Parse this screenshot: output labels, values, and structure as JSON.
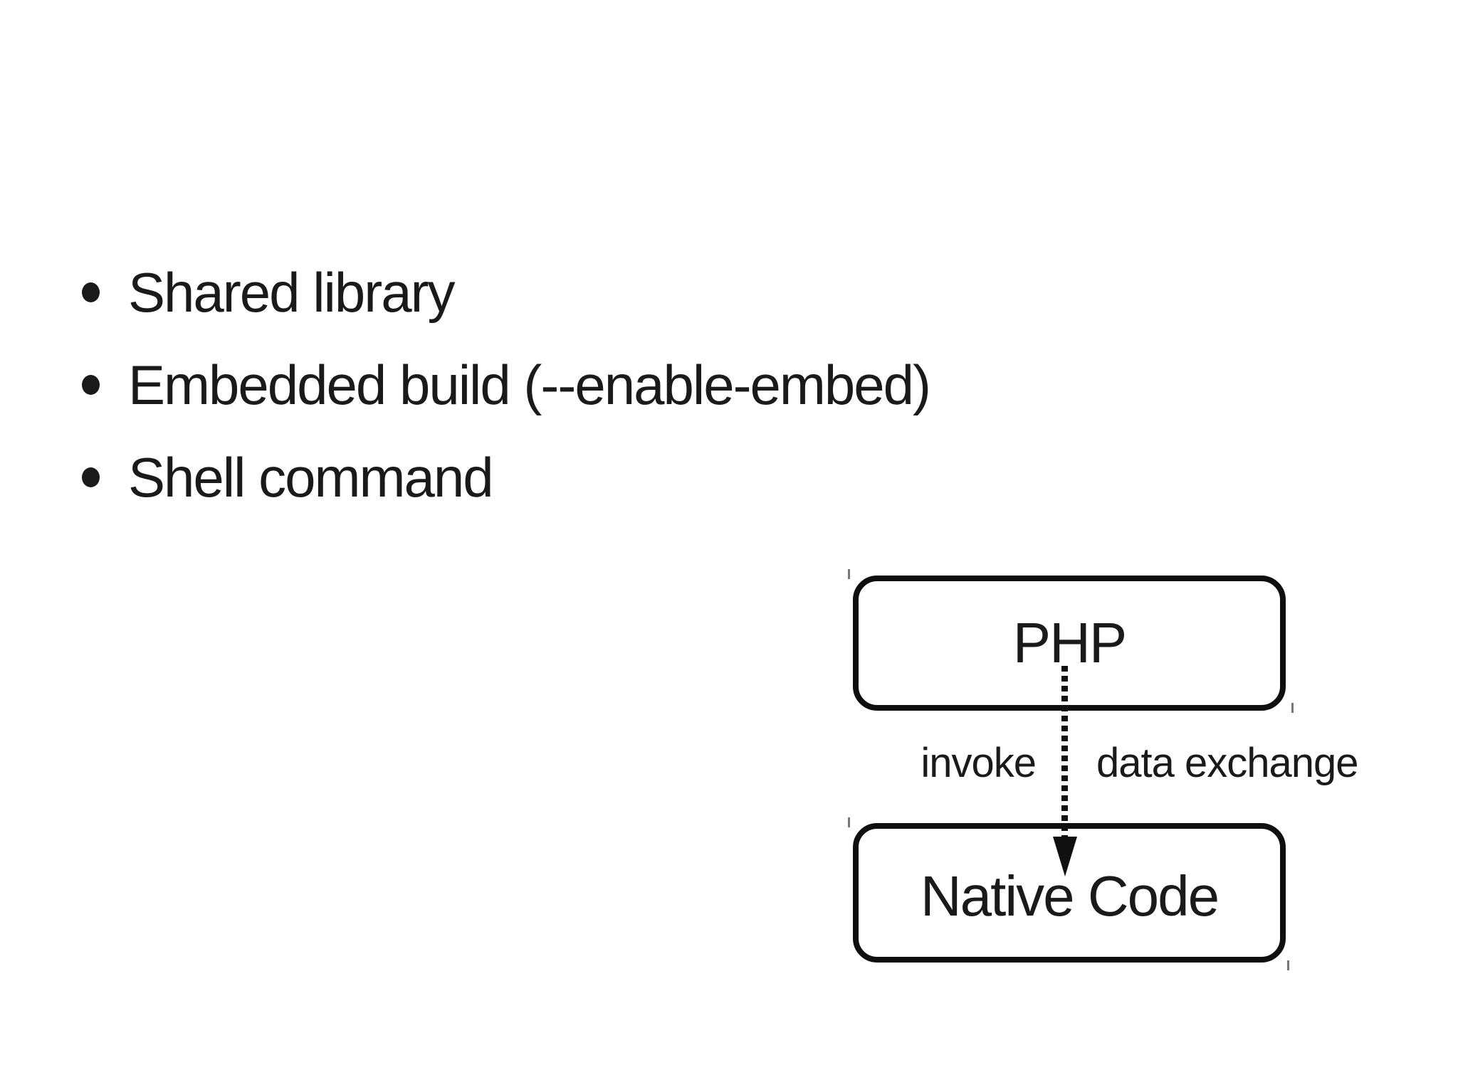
{
  "slide": {
    "background_color": "#ffffff",
    "text_color": "#1a1a1a",
    "accent_color": "#111111",
    "bullets": [
      "Shared library",
      "Embedded build (--enable-embed)",
      "Shell command"
    ],
    "diagram": {
      "php_box_label": "PHP",
      "native_box_label": "Native Code",
      "arrow_label_left": "invoke",
      "arrow_label_right": "data exchange"
    }
  }
}
